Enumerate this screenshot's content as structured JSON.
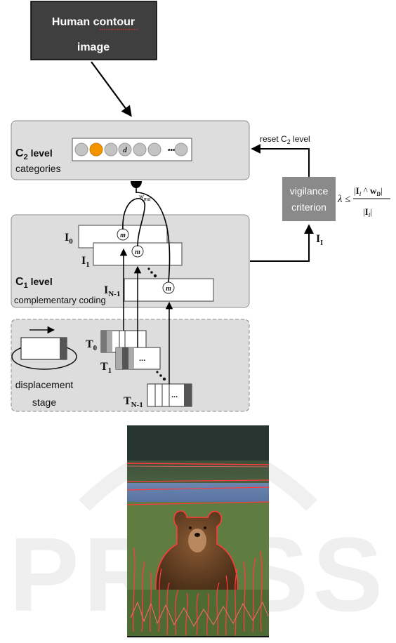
{
  "input_box": {
    "line1": "Human contour",
    "line2": "image"
  },
  "c2": {
    "label_main": "C",
    "label_sub": "2",
    "label_rest": " level",
    "caption": "categories",
    "node_letter": "d",
    "ellipsis": "•••"
  },
  "reset": {
    "main": "reset C",
    "sub": "2",
    "rest": " level"
  },
  "vigilance": {
    "line1": "vigilance",
    "line2": "criterion",
    "input_main": "I",
    "input_sub": "I"
  },
  "weight": {
    "main": "w",
    "sub": "md"
  },
  "formula": {
    "lambda": "λ ≤",
    "num_i": "I",
    "num_i_sub": "I",
    "num_op": " ^ ",
    "num_w": "w",
    "num_w_sub": "D",
    "den_i": "I",
    "den_i_sub": "I"
  },
  "c1": {
    "label_main": "C",
    "label_sub": "1",
    "label_rest": " level",
    "caption": "complementary coding",
    "node_letter": "m",
    "inputs": [
      {
        "main": "I",
        "sub": "0"
      },
      {
        "main": "I",
        "sub": "1"
      },
      {
        "main": "I",
        "sub": "N-1"
      }
    ]
  },
  "displacement": {
    "line1": "displacement",
    "line2": "stage",
    "cell_ellipsis": "...",
    "templates": [
      {
        "main": "T",
        "sub": "0"
      },
      {
        "main": "T",
        "sub": "1"
      },
      {
        "main": "T",
        "sub": "N-1"
      }
    ]
  },
  "watermark": "PRESS",
  "colors": {
    "panel": "#dddddd",
    "panel_border": "#8d8d8d",
    "input_box": "#3f3f3f",
    "vigilance": "#8a8a8a",
    "node": "#c3c3c3",
    "node_active": "#f39400",
    "contour": "#ff3b3b"
  }
}
